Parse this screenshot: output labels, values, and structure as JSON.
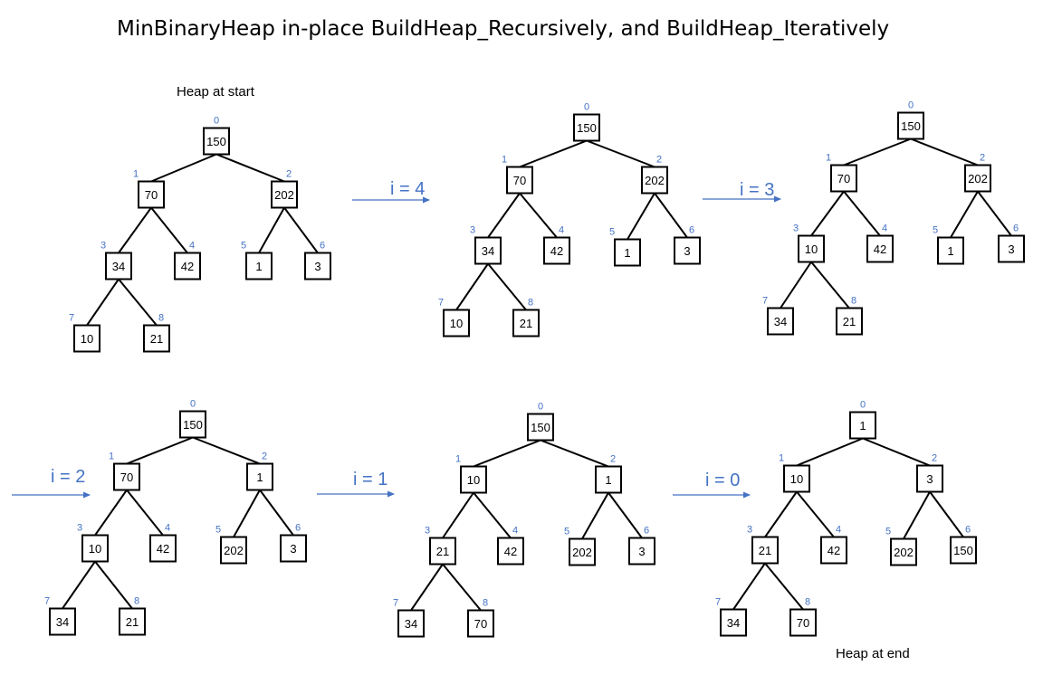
{
  "title": "MinBinaryHeap in-place BuildHeap_Recursively, and BuildHeap_Iteratively",
  "caption_start": "Heap at start",
  "caption_end": "Heap at end",
  "colors": {
    "index": "#4472c4",
    "arrow": "#4472c4",
    "node_border": "#000000"
  },
  "trees": [
    {
      "name": "heap-at-start",
      "values": [
        "150",
        "70",
        "202",
        "34",
        "42",
        "1",
        "3",
        "10",
        "21"
      ]
    },
    {
      "name": "after-i-4",
      "values": [
        "150",
        "70",
        "202",
        "34",
        "42",
        "1",
        "3",
        "10",
        "21"
      ]
    },
    {
      "name": "after-i-3",
      "values": [
        "150",
        "70",
        "202",
        "10",
        "42",
        "1",
        "3",
        "34",
        "21"
      ]
    },
    {
      "name": "after-i-2",
      "values": [
        "150",
        "70",
        "1",
        "10",
        "42",
        "202",
        "3",
        "34",
        "21"
      ]
    },
    {
      "name": "after-i-1",
      "values": [
        "150",
        "10",
        "1",
        "21",
        "42",
        "202",
        "3",
        "34",
        "70"
      ]
    },
    {
      "name": "heap-at-end",
      "values": [
        "1",
        "10",
        "3",
        "21",
        "42",
        "202",
        "150",
        "34",
        "70"
      ]
    }
  ],
  "indices": [
    "0",
    "1",
    "2",
    "3",
    "4",
    "5",
    "6",
    "7",
    "8"
  ],
  "steps": [
    {
      "name": "step-i-4",
      "label": "i = 4"
    },
    {
      "name": "step-i-3",
      "label": "i = 3"
    },
    {
      "name": "step-i-2",
      "label": "i = 2"
    },
    {
      "name": "step-i-1",
      "label": "i = 1"
    },
    {
      "name": "step-i-0",
      "label": "i = 0"
    }
  ]
}
